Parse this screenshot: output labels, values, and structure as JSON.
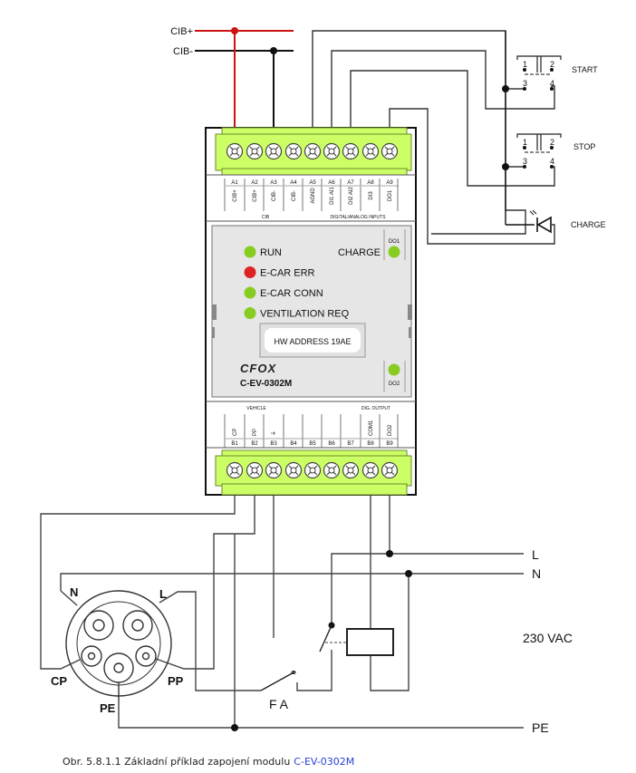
{
  "bus": {
    "cib_plus": "CIB+",
    "cib_minus": "CIB-",
    "cib_plus_color": "#cc1111",
    "wire_color": "#111111"
  },
  "module": {
    "model": "C-EV-0302M",
    "brand": "CFOX",
    "hw_address": "HW ADDRESS 19AE",
    "body_color": "#e6e6e6",
    "terminal_color": "#ccff66",
    "top_terminals": [
      {
        "id": "A1",
        "signal": "CIB+"
      },
      {
        "id": "A2",
        "signal": "CIB+"
      },
      {
        "id": "A3",
        "signal": "CIB-"
      },
      {
        "id": "A4",
        "signal": "CIB-"
      },
      {
        "id": "A5",
        "signal": "AGND"
      },
      {
        "id": "A6",
        "signal": "DI1 AI1"
      },
      {
        "id": "A7",
        "signal": "DI2 AI2"
      },
      {
        "id": "A8",
        "signal": "DI3"
      },
      {
        "id": "A9",
        "signal": "DO1"
      }
    ],
    "top_groups": {
      "cib": "CIB",
      "inputs": "DIGITAL/ANALOG INPUTS"
    },
    "bottom_terminals": [
      {
        "id": "B1",
        "signal": "CP"
      },
      {
        "id": "B2",
        "signal": "PP"
      },
      {
        "id": "B3",
        "signal": "⏚"
      },
      {
        "id": "B4",
        "signal": ""
      },
      {
        "id": "B5",
        "signal": ""
      },
      {
        "id": "B6",
        "signal": ""
      },
      {
        "id": "B7",
        "signal": ""
      },
      {
        "id": "B8",
        "signal": "COM1"
      },
      {
        "id": "B9",
        "signal": "DO2"
      }
    ],
    "bottom_groups": {
      "vehicle": "VEHICLE",
      "output": "DIG. OUTPUT"
    },
    "leds": [
      {
        "label": "RUN",
        "color": "#88cc22"
      },
      {
        "label": "E-CAR ERR",
        "color": "#dd2222"
      },
      {
        "label": "E-CAR CONN",
        "color": "#88cc22"
      },
      {
        "label": "VENTILATION REQ",
        "color": "#88cc22"
      }
    ],
    "charge_led": {
      "label": "CHARGE",
      "output": "DO1",
      "color": "#88cc22"
    },
    "do2_led": {
      "output": "DO2",
      "color": "#88cc22"
    }
  },
  "buttons": {
    "start": {
      "label": "START",
      "pins": [
        "1",
        "2",
        "3",
        "4"
      ]
    },
    "stop": {
      "label": "STOP",
      "pins": [
        "1",
        "2",
        "3",
        "4"
      ]
    },
    "charge_led": {
      "label": "CHARGE"
    }
  },
  "connector": {
    "pins": {
      "n": "N",
      "l": "L",
      "cp": "CP",
      "pp": "PP",
      "pe": "PE"
    }
  },
  "mains": {
    "l": "L",
    "n": "N",
    "pe": "PE",
    "voltage": "230 VAC",
    "fa": "F A"
  },
  "caption": {
    "text": "Obr. 5.8.1.1 Základní příklad zapojení modulu",
    "model": "C-EV-0302M"
  }
}
